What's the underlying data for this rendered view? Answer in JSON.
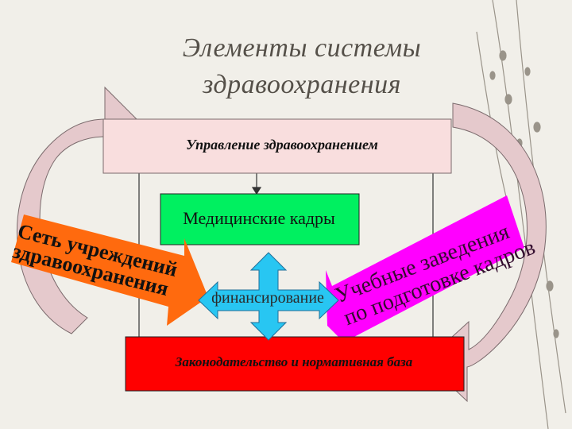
{
  "title": {
    "line1": "Элементы системы",
    "line2": "здравоохранения"
  },
  "boxes": {
    "management": "Управление здравоохранением",
    "personnel": "Медицинские кадры",
    "financing": "финансирование",
    "legislation": "Законодательство и нормативная база",
    "institutions": [
      "Сеть учреждений",
      "здравоохранения"
    ],
    "education": [
      "Учебные заведения",
      "по подготовке кадров"
    ]
  },
  "colors": {
    "background": "#f1efe9",
    "management_box": "#f9dede",
    "personnel_box": "#00f060",
    "financing_arrow": "#28c6f2",
    "legislation_box": "#ff0000",
    "institutions_arrow": "#ff6a0e",
    "education_arrow": "#ff00ff",
    "cycle_arrows": "#e5c9cc"
  },
  "icons": {
    "cycle_top": "curved-arrow-icon",
    "cycle_bottom": "curved-arrow-icon",
    "down_arrow": "arrow-down-icon",
    "four_way": "four-way-arrow-icon"
  }
}
